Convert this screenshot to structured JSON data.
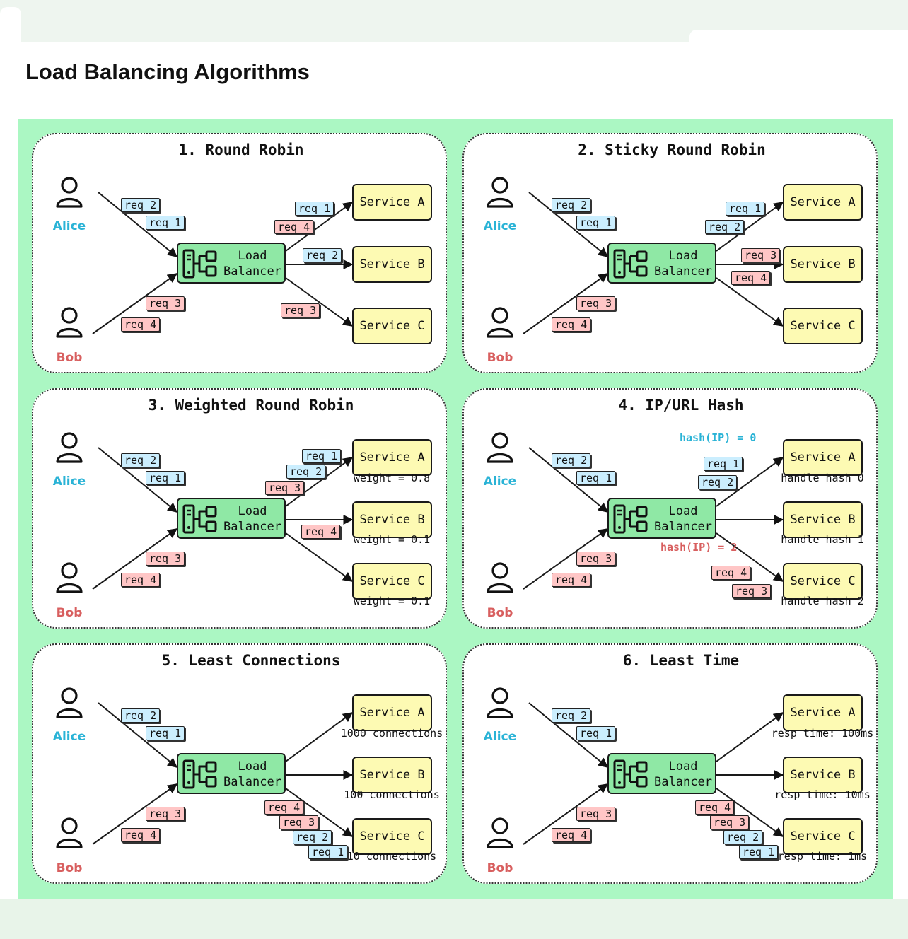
{
  "title": "Load Balancing Algorithms",
  "common": {
    "users": {
      "alice": "Alice",
      "bob": "Bob"
    },
    "load_balancer": {
      "line1": "Load",
      "line2": "Balancer"
    },
    "services": [
      "Service A",
      "Service B",
      "Service C"
    ]
  },
  "panels": [
    {
      "title": "1. Round Robin",
      "requests": [
        {
          "label": "req 2",
          "from": "alice"
        },
        {
          "label": "req 1",
          "from": "alice"
        },
        {
          "label": "req 3",
          "from": "bob"
        },
        {
          "label": "req 4",
          "from": "bob"
        },
        {
          "label": "req 1",
          "from": "alice"
        },
        {
          "label": "req 4",
          "from": "bob"
        },
        {
          "label": "req 2",
          "from": "alice"
        },
        {
          "label": "req 3",
          "from": "bob"
        }
      ],
      "service_notes": [],
      "hash_labels": []
    },
    {
      "title": "2. Sticky Round Robin",
      "requests": [
        {
          "label": "req 2",
          "from": "alice"
        },
        {
          "label": "req 1",
          "from": "alice"
        },
        {
          "label": "req 3",
          "from": "bob"
        },
        {
          "label": "req 4",
          "from": "bob"
        },
        {
          "label": "req 1",
          "from": "alice"
        },
        {
          "label": "req 2",
          "from": "alice"
        },
        {
          "label": "req 3",
          "from": "bob"
        },
        {
          "label": "req 4",
          "from": "bob"
        }
      ],
      "service_notes": [],
      "hash_labels": []
    },
    {
      "title": "3. Weighted Round Robin",
      "requests": [
        {
          "label": "req 2",
          "from": "alice"
        },
        {
          "label": "req 1",
          "from": "alice"
        },
        {
          "label": "req 3",
          "from": "bob"
        },
        {
          "label": "req 4",
          "from": "bob"
        },
        {
          "label": "req 1",
          "from": "alice"
        },
        {
          "label": "req 2",
          "from": "alice"
        },
        {
          "label": "req 3",
          "from": "bob"
        },
        {
          "label": "req 4",
          "from": "bob"
        }
      ],
      "service_notes": [
        "weight = 0.8",
        "weight = 0.1",
        "weight = 0.1"
      ],
      "hash_labels": []
    },
    {
      "title": "4. IP/URL Hash",
      "requests": [
        {
          "label": "req 2",
          "from": "alice"
        },
        {
          "label": "req 1",
          "from": "alice"
        },
        {
          "label": "req 3",
          "from": "bob"
        },
        {
          "label": "req 4",
          "from": "bob"
        },
        {
          "label": "req 1",
          "from": "alice"
        },
        {
          "label": "req 2",
          "from": "alice"
        },
        {
          "label": "req 4",
          "from": "bob"
        },
        {
          "label": "req 3",
          "from": "bob"
        }
      ],
      "service_notes": [
        "handle hash 0",
        "handle hash 1",
        "handle hash 2"
      ],
      "hash_labels": [
        {
          "label": "hash(IP) = 0",
          "from": "alice"
        },
        {
          "label": "hash(IP) = 2",
          "from": "bob"
        }
      ]
    },
    {
      "title": "5. Least Connections",
      "requests": [
        {
          "label": "req 2",
          "from": "alice"
        },
        {
          "label": "req 1",
          "from": "alice"
        },
        {
          "label": "req 3",
          "from": "bob"
        },
        {
          "label": "req 4",
          "from": "bob"
        },
        {
          "label": "req 4",
          "from": "bob"
        },
        {
          "label": "req 3",
          "from": "bob"
        },
        {
          "label": "req 2",
          "from": "alice"
        },
        {
          "label": "req 1",
          "from": "alice"
        }
      ],
      "service_notes": [
        "1000 connections",
        "100 connections",
        "10 connections"
      ],
      "hash_labels": []
    },
    {
      "title": "6. Least Time",
      "requests": [
        {
          "label": "req 2",
          "from": "alice"
        },
        {
          "label": "req 1",
          "from": "alice"
        },
        {
          "label": "req 3",
          "from": "bob"
        },
        {
          "label": "req 4",
          "from": "bob"
        },
        {
          "label": "req 4",
          "from": "bob"
        },
        {
          "label": "req 3",
          "from": "bob"
        },
        {
          "label": "req 2",
          "from": "alice"
        },
        {
          "label": "req 1",
          "from": "alice"
        }
      ],
      "service_notes": [
        "resp time: 100ms",
        "resp time: 10ms",
        "resp time: 1ms"
      ],
      "hash_labels": []
    }
  ]
}
